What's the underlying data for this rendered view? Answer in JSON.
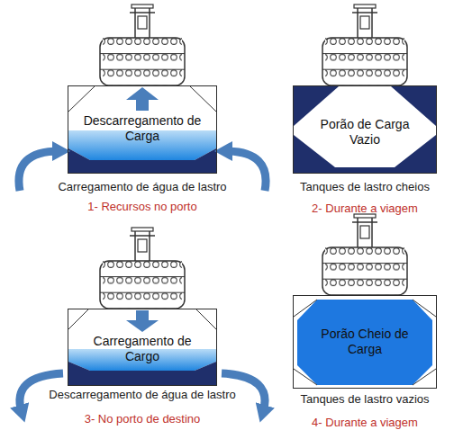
{
  "diagram": {
    "nodes": [
      {
        "text": [
          "Descarregamento de Carga"
        ]
      },
      {
        "text": [
          "Porão de Carga Vazio"
        ]
      },
      {
        "text": [
          "Carregamento de Cargo"
        ]
      },
      {
        "text": [
          "Porão Cheio de Carga"
        ]
      }
    ],
    "labels": [
      "Carregamento de água de lastro",
      "1- Recursos no porto",
      "Tanques de lastro cheios",
      "2- Durante a viagem",
      "Descarregamento de água de lastro",
      "3- No porto de destino",
      "Tanques de lastro vazios",
      "4- Durante a viagem"
    ]
  }
}
